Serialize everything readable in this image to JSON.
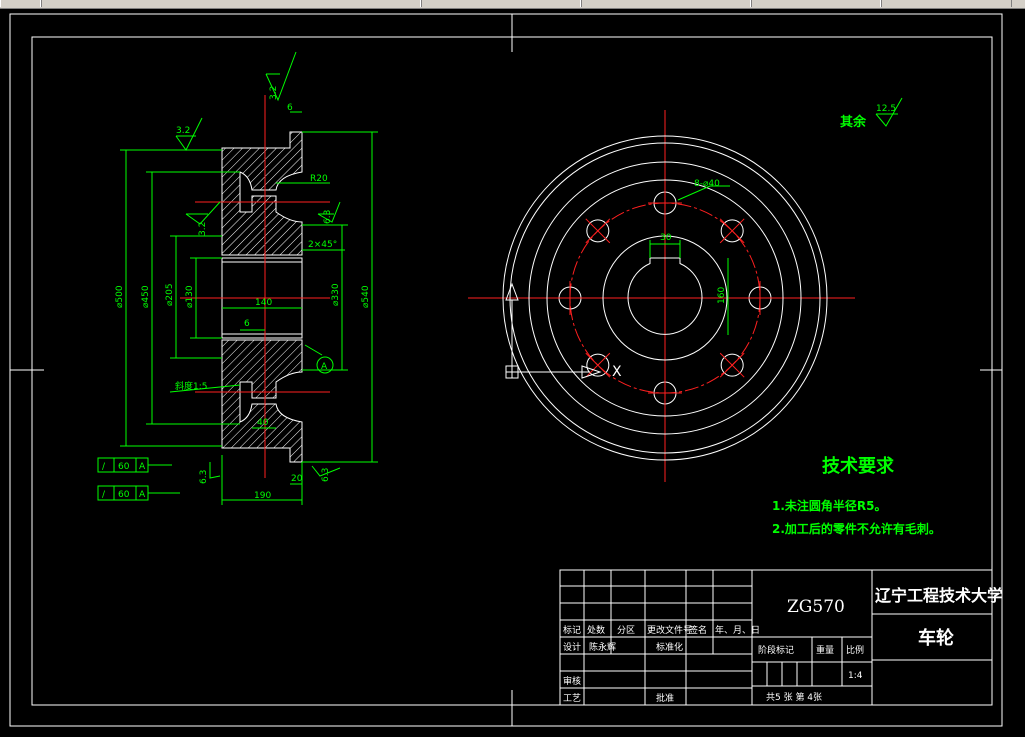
{
  "notes": {
    "heading": "技术要求",
    "item1": "1.未注圆角半径R5。",
    "item2": "2.加工后的零件不允许有毛刺。"
  },
  "roughness_rest": {
    "label": "其余",
    "value": "12.5"
  },
  "title_block": {
    "code": "ZG570",
    "school": "辽宁工程技术大学",
    "part_name": "车轮",
    "scale": "1:4",
    "sheet_info": "共5 张  第 4张",
    "stage_label": "阶段标记",
    "weight_label": "重量",
    "ratio_label": "比例",
    "header_row": [
      "标记",
      "处数",
      "分区",
      "更改文件号",
      "签名",
      "年、月、日"
    ],
    "design_label": "设计",
    "designer": "陈永辉",
    "standard_label": "标准化",
    "review_label": "审核",
    "process_label": "工艺",
    "approve_label": "批准"
  },
  "section_dims": {
    "d500": "⌀500",
    "d450": "⌀450",
    "d205": "⌀205",
    "d130": "⌀130",
    "d330": "⌀330",
    "d540": "⌀540",
    "w140": "140",
    "w190": "190",
    "w20": "20",
    "w40": "40",
    "w6_top": "6",
    "w6_mid": "6",
    "chamfer": "2×45°",
    "r20": "R20",
    "taper": "斜度1:5",
    "datum": "A",
    "rough_32a": "3.2",
    "rough_32b": "3.2",
    "rough_32c": "3.2",
    "rough_63a": "6.3",
    "rough_63b": "6.3",
    "rough_63c": "6.3",
    "tol1_value": "60",
    "tol1_ref": "A",
    "tol2_value": "60",
    "tol2_ref": "A"
  },
  "front_dims": {
    "holes": "8-⌀40",
    "key_width": "30",
    "key_depth": "160"
  },
  "ucs": {
    "x_label": "X"
  }
}
